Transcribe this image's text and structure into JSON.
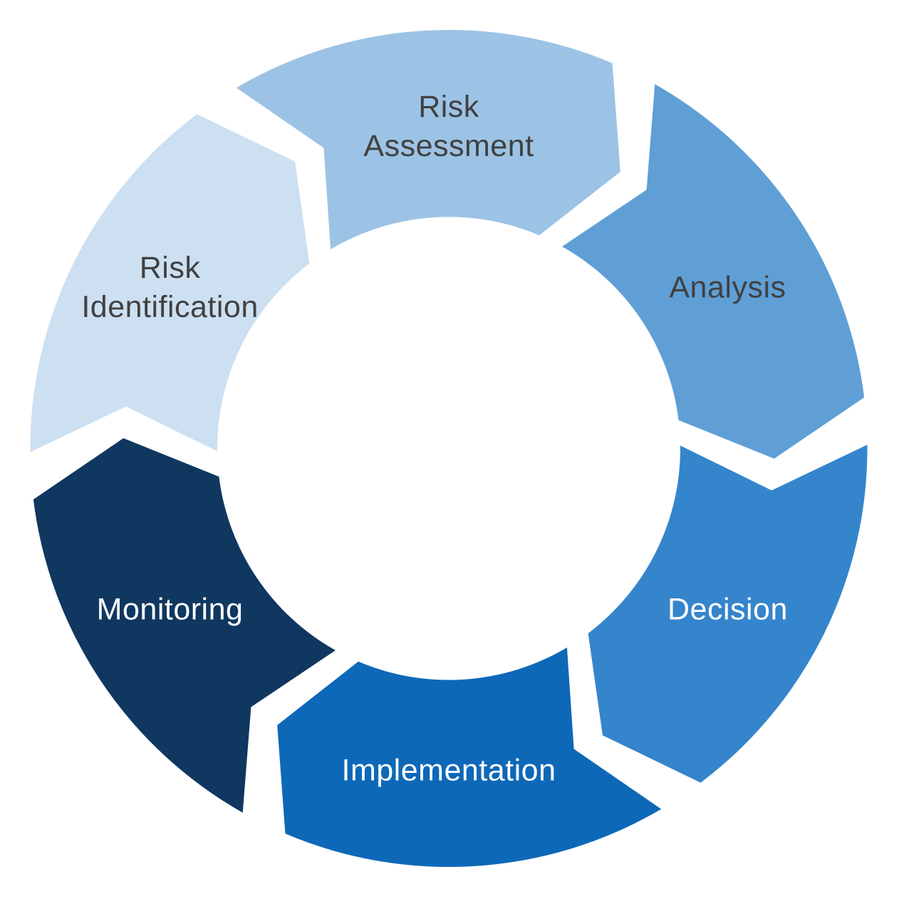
{
  "diagram": {
    "type": "cycle",
    "direction": "clockwise",
    "background": "#ffffff",
    "segment_count": 6,
    "segments": [
      {
        "id": "risk-assessment",
        "label": "Risk Assessment",
        "lines": [
          "Risk",
          "Assessment"
        ],
        "color": "#9CC3E5",
        "text_color": "#414042",
        "center_angle_deg": -90
      },
      {
        "id": "analysis",
        "label": "Analysis",
        "lines": [
          "Analysis"
        ],
        "color": "#5F9FD6",
        "text_color": "#414042",
        "center_angle_deg": -30
      },
      {
        "id": "decision",
        "label": "Decision",
        "lines": [
          "Decision"
        ],
        "color": "#3585CC",
        "text_color": "#FFFFFF",
        "center_angle_deg": 30
      },
      {
        "id": "implementation",
        "label": "Implementation",
        "lines": [
          "Implementation"
        ],
        "color": "#0E68B8",
        "text_color": "#FFFFFF",
        "center_angle_deg": 90
      },
      {
        "id": "monitoring",
        "label": "Monitoring",
        "lines": [
          "Monitoring"
        ],
        "color": "#0F3760",
        "text_color": "#FFFFFF",
        "center_angle_deg": 150
      },
      {
        "id": "risk-identification",
        "label": "Risk Identification",
        "lines": [
          "Risk",
          "Identification"
        ],
        "color": "#CCE0F1",
        "text_color": "#414042",
        "center_angle_deg": 210
      }
    ]
  }
}
